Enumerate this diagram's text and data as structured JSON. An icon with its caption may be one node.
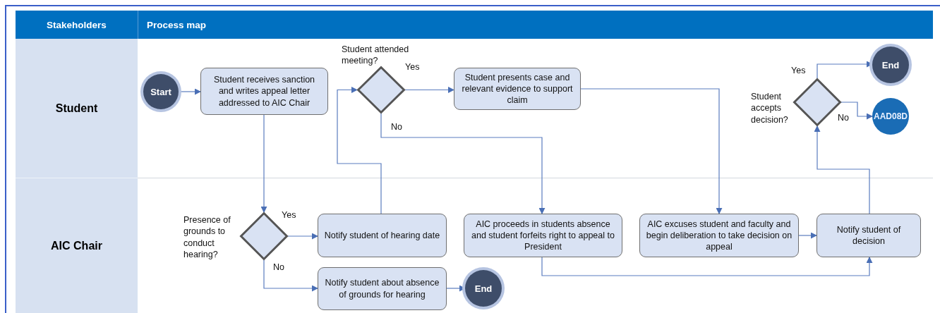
{
  "diagram": {
    "nodes": [
      {
        "text": [
          "Stakeholders"
        ]
      },
      {
        "text": [
          "Process map"
        ]
      },
      {
        "text": [
          "Student"
        ]
      },
      {
        "text": [
          "Start"
        ]
      },
      {
        "text": [
          "Student receives sanction and writes appeal letter addressed to AIC Chair"
        ]
      },
      {
        "text": [
          "Student attended meeting?"
        ]
      },
      {
        "text": [
          "Student presents case and relevant evidence to support claim"
        ]
      },
      {
        "text": [
          "Student accepts decision?"
        ]
      },
      {
        "text": [
          "End"
        ]
      },
      {
        "text": [
          "AAD08D"
        ]
      },
      {
        "text": [
          "AIC Chair"
        ]
      },
      {
        "text": [
          "Presence of grounds to conduct hearing?"
        ]
      },
      {
        "text": [
          "Notify student of hearing date"
        ]
      },
      {
        "text": [
          "Notify student about absence of grounds for hearing"
        ]
      },
      {
        "text": [
          "End"
        ]
      },
      {
        "text": [
          "AIC proceeds in students absence and student forfeits right to appeal to President"
        ]
      },
      {
        "text": [
          "AIC excuses student and faculty and begin deliberation to take decision on appeal"
        ]
      },
      {
        "text": [
          "Notify student of decision"
        ]
      }
    ],
    "edges": [
      {
        "from": 3,
        "to": 4,
        "arrow": "to"
      },
      {
        "from": 4,
        "to": 11,
        "arrow": "to"
      },
      {
        "from": 11,
        "to": 12,
        "arrow": "to",
        "label": "Yes"
      },
      {
        "from": 11,
        "to": 13,
        "arrow": "to",
        "label": "No"
      },
      {
        "from": 13,
        "to": 14,
        "arrow": "to"
      },
      {
        "from": 12,
        "to": 5,
        "arrow": "to"
      },
      {
        "from": 5,
        "to": 6,
        "arrow": "to",
        "label": "Yes"
      },
      {
        "from": 5,
        "to": 15,
        "arrow": "to",
        "label": "No"
      },
      {
        "from": 6,
        "to": 16,
        "arrow": "to"
      },
      {
        "from": 16,
        "to": 17,
        "arrow": "to"
      },
      {
        "from": 15,
        "to": 17,
        "arrow": "to"
      },
      {
        "from": 17,
        "to": 7,
        "arrow": "to"
      },
      {
        "from": 7,
        "to": 8,
        "arrow": "to",
        "label": "Yes"
      },
      {
        "from": 7,
        "to": 9,
        "arrow": "to",
        "label": "No"
      }
    ]
  }
}
